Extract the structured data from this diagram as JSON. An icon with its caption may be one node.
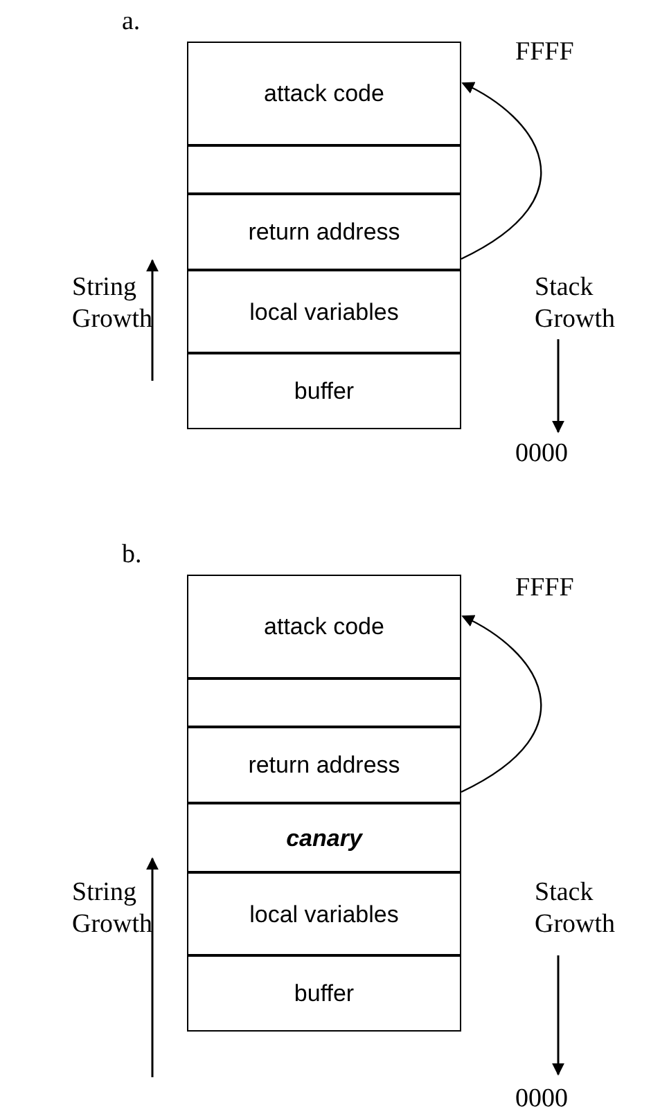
{
  "diagram": {
    "nodes": [
      {
        "text": [
          "attack code"
        ]
      },
      {
        "text": [],
        "shape": "box"
      },
      {
        "text": [
          "return address"
        ]
      },
      {
        "text": [
          "local variables"
        ]
      },
      {
        "text": [
          "buffer"
        ]
      },
      {
        "text": [
          "attack code"
        ]
      },
      {
        "text": [],
        "shape": "box"
      },
      {
        "text": [
          "return address"
        ]
      },
      {
        "text": [
          "canary"
        ]
      },
      {
        "text": [
          "local variables"
        ]
      },
      {
        "text": [
          "buffer"
        ]
      }
    ],
    "edges": [
      {
        "from": 2,
        "to": 0,
        "arrow": "to"
      },
      {
        "from": 7,
        "to": 5,
        "arrow": "to"
      }
    ],
    "labels": [
      "a.",
      "FFFF",
      "String Growth",
      "Stack Growth",
      "0000",
      "b.",
      "FFFF",
      "String Growth",
      "Stack Growth",
      "0000"
    ]
  }
}
